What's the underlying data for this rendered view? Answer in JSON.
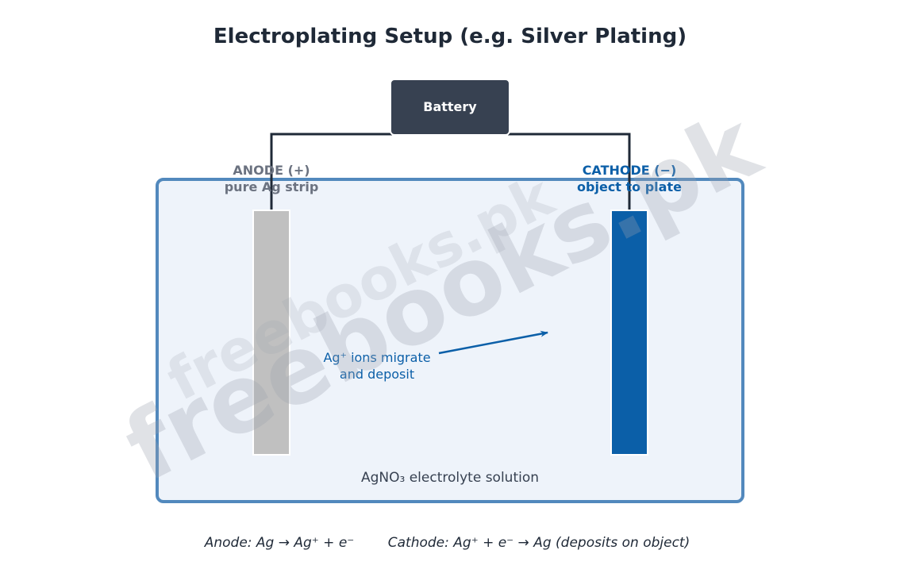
{
  "title": "Electroplating Setup (e.g. Silver Plating)",
  "battery": {
    "label": "Battery"
  },
  "anode": {
    "line1": "ANODE (+)",
    "line2": "pure Ag strip",
    "color": "#c0c0c0"
  },
  "cathode": {
    "line1": "CATHODE (−)",
    "line2": "object to plate",
    "color": "#0b5fa8"
  },
  "ion_annotation": {
    "line1": "Ag⁺ ions migrate",
    "line2": "and deposit"
  },
  "electrolyte": {
    "label": "AgNO₃ electrolyte solution"
  },
  "equations": {
    "anode": "Anode: Ag → Ag⁺ + e⁻",
    "cathode": "Cathode: Ag⁺ + e⁻ → Ag (deposits on object)"
  },
  "watermark": {
    "text": "freebooks.pk"
  },
  "colors": {
    "title": "#1f2937",
    "battery_fill": "#374151",
    "wire": "#1f2937",
    "tank_border": "#5289bd",
    "tank_fill": "#eef3fa"
  }
}
